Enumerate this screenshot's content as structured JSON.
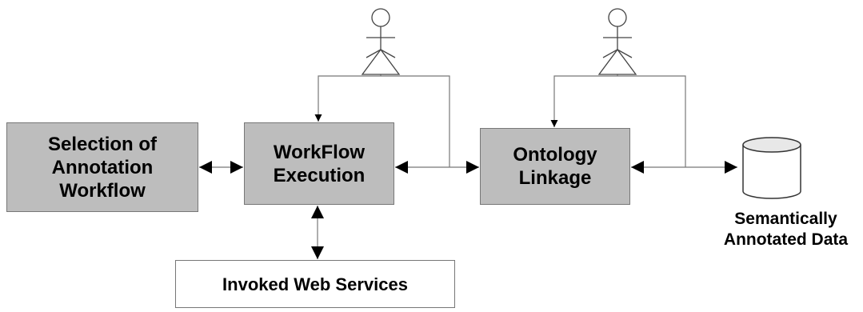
{
  "nodes": {
    "selection": "Selection of\nAnnotation\nWorkflow",
    "workflow_execution": "WorkFlow\nExecution",
    "ontology_linkage": "Ontology\nLinkage",
    "invoked_services": "Invoked Web Services"
  },
  "database": {
    "label": "Semantically\nAnnotated Data"
  },
  "actors": [
    "user-actor",
    "user-actor"
  ],
  "colors": {
    "process_fill": "#bdbdbd",
    "line": "#777777",
    "arrow": "#000000"
  }
}
